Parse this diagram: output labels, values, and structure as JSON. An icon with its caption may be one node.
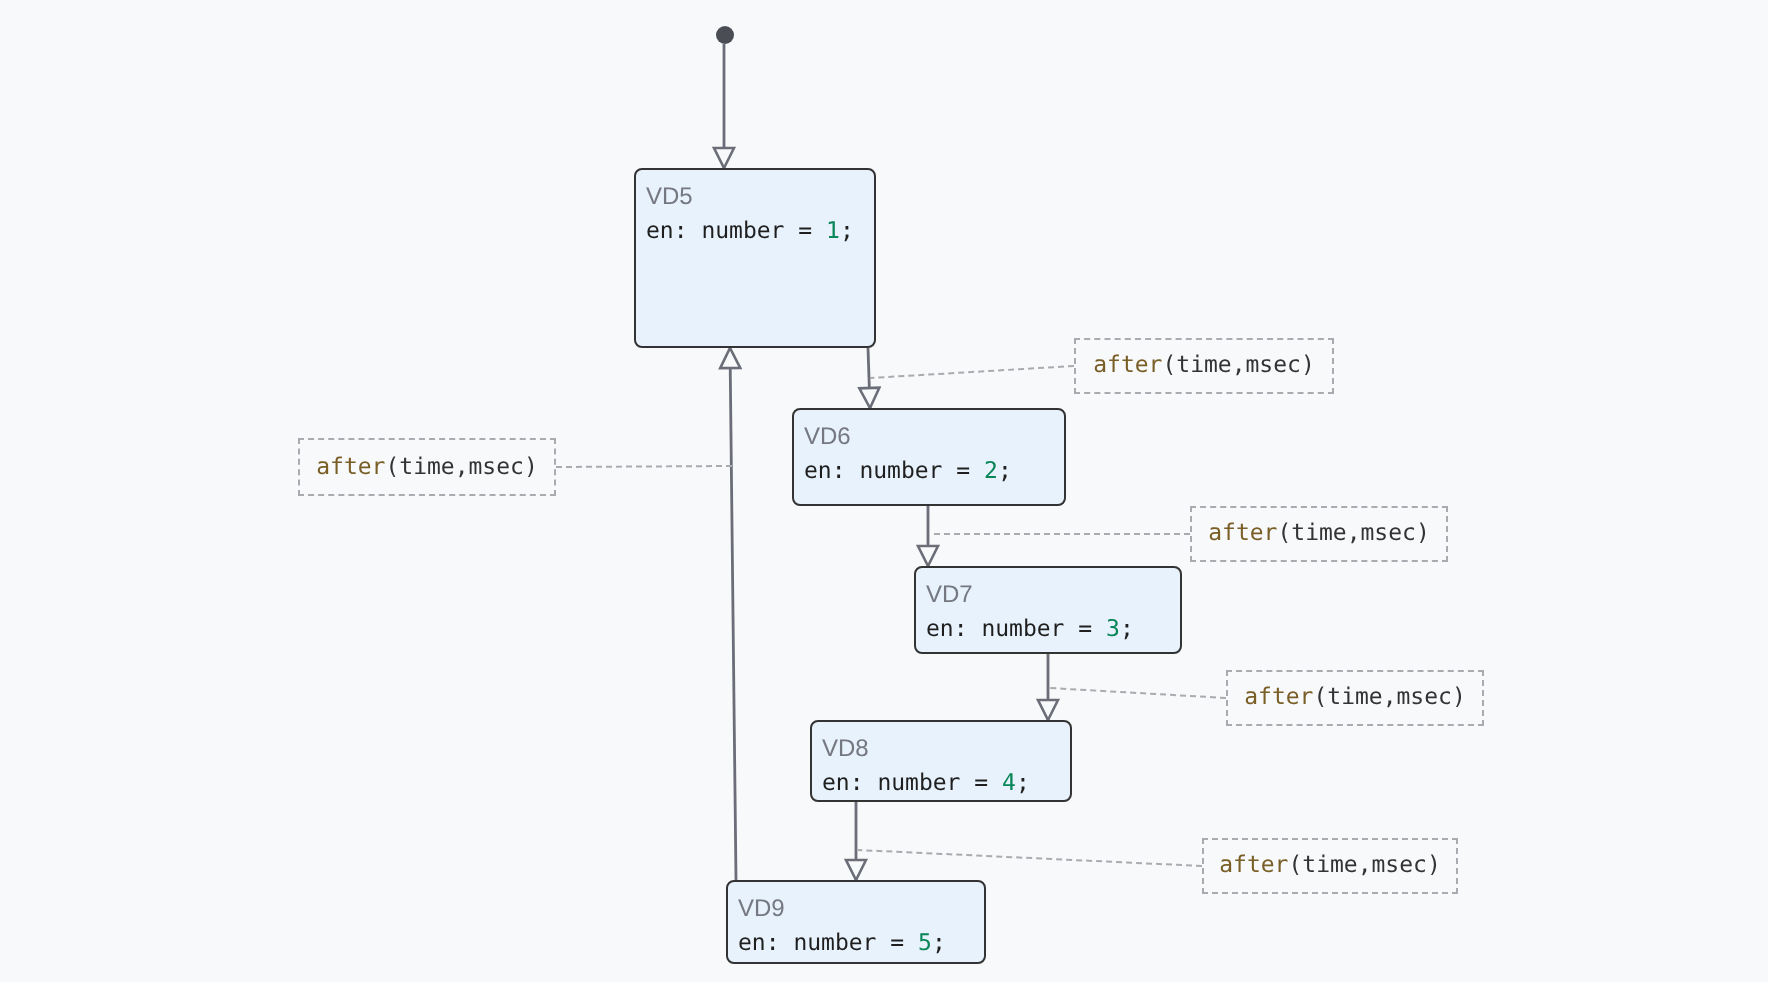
{
  "diagram": {
    "nodes": [
      {
        "text": [],
        "shape": "circle"
      },
      {
        "text": [
          "VD5",
          "en: number = 1;"
        ]
      },
      {
        "text": [
          "VD6",
          "en: number = 2;"
        ]
      },
      {
        "text": [
          "VD7",
          "en: number = 3;"
        ]
      },
      {
        "text": [
          "VD8",
          "en: number = 4;"
        ]
      },
      {
        "text": [
          "VD9",
          "en: number = 5;"
        ]
      },
      {
        "text": [
          "after(time,msec)"
        ]
      },
      {
        "text": [
          "after(time,msec)"
        ]
      },
      {
        "text": [
          "after(time,msec)"
        ]
      },
      {
        "text": [
          "after(time,msec)"
        ]
      },
      {
        "text": [
          "after(time,msec)"
        ]
      }
    ],
    "edges": [
      {
        "from": 0,
        "to": 1,
        "arrow": "to"
      },
      {
        "from": 1,
        "to": 2,
        "arrow": "to"
      },
      {
        "from": 2,
        "to": 3,
        "arrow": "to"
      },
      {
        "from": 3,
        "to": 4,
        "arrow": "to"
      },
      {
        "from": 4,
        "to": 5,
        "arrow": "to"
      },
      {
        "from": 5,
        "to": 1,
        "arrow": "to"
      },
      {
        "from": 6,
        "to": null,
        "arrow": "none",
        "style": "dashed"
      },
      {
        "from": 7,
        "to": null,
        "arrow": "none",
        "style": "dashed"
      },
      {
        "from": 8,
        "to": null,
        "arrow": "none",
        "style": "dashed"
      },
      {
        "from": 9,
        "to": null,
        "arrow": "none",
        "style": "dashed"
      },
      {
        "from": 10,
        "to": null,
        "arrow": "none",
        "style": "dashed"
      }
    ]
  }
}
